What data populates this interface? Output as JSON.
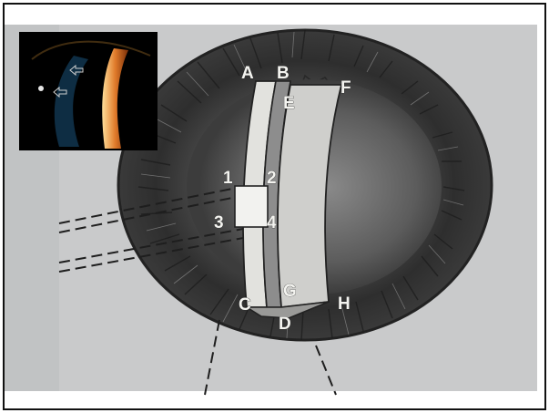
{
  "diagram": {
    "labels": {
      "A": "A",
      "B": "B",
      "C": "C",
      "D": "D",
      "E": "E",
      "F": "F",
      "G": "G",
      "H": "H",
      "p1": "1",
      "p2": "2",
      "p3": "3",
      "p4": "4"
    }
  },
  "colors": {
    "page": "#ffffff",
    "paper": "#c9cacb",
    "iris_dark": "#3d3d3d",
    "inset_background": "#000000",
    "slit_beam": "#e07a2a"
  }
}
